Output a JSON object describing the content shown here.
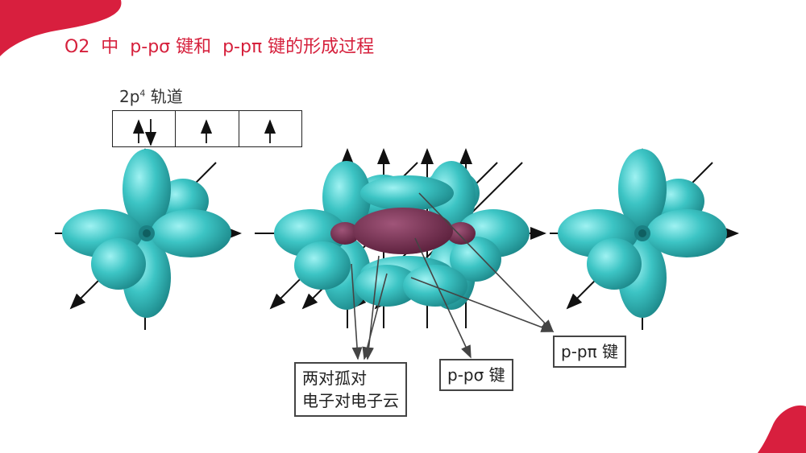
{
  "title": "O2  中  p-pσ 键和  p-pπ 键的形成过程",
  "orbital_label_main": "2p",
  "orbital_label_sup": "4",
  "orbital_label_tail": " 轨道",
  "callouts": {
    "pi_bond": "p-pπ 键",
    "sigma_bond": "p-pσ 键",
    "lone_pairs": "两对孤对\n电子对电子云"
  },
  "colors": {
    "accent": "#d6203c",
    "lobe": "#3bc3c3",
    "lobe_dark": "#1e8f91",
    "bond": "#7a2f52"
  }
}
